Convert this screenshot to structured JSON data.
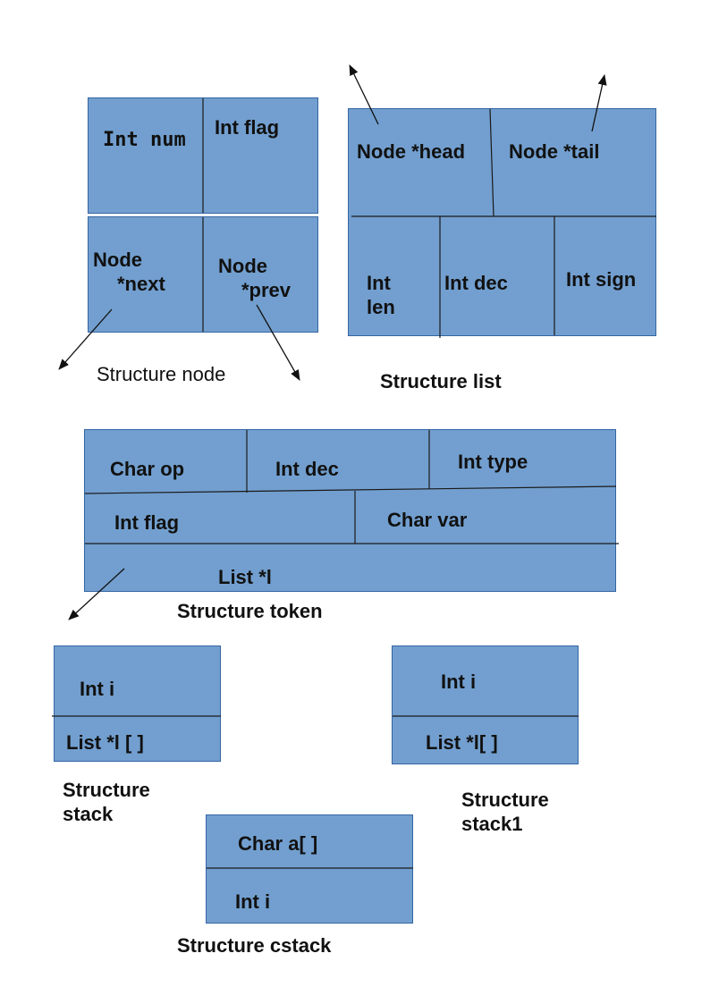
{
  "node": {
    "num": "Int  num",
    "flag": "Int flag",
    "next_1": "Node",
    "next_2": "*next",
    "prev_1": "Node",
    "prev_2": "*prev",
    "caption": "Structure node"
  },
  "list": {
    "head": "Node *head",
    "tail": "Node *tail",
    "len_1": "Int",
    "len_2": "len",
    "dec": "Int dec",
    "sign": "Int sign",
    "caption": "Structure list"
  },
  "token": {
    "op": "Char op",
    "dec": "Int dec",
    "type": "Int type",
    "flag": "Int flag",
    "var": "Char var",
    "list": "List *l",
    "caption": "Structure token"
  },
  "stack": {
    "i": "Int i",
    "l": "List *l [ ]",
    "caption_1": "Structure",
    "caption_2": "stack"
  },
  "stack1": {
    "i": "Int i",
    "l": "List *l[ ]",
    "caption_1": "Structure",
    "caption_2": "stack1"
  },
  "cstack": {
    "a": "Char a[ ]",
    "i": "Int i",
    "caption": "Structure cstack"
  },
  "colors": {
    "fill": "#729fcf",
    "border": "#3465a4",
    "line": "#111111"
  }
}
